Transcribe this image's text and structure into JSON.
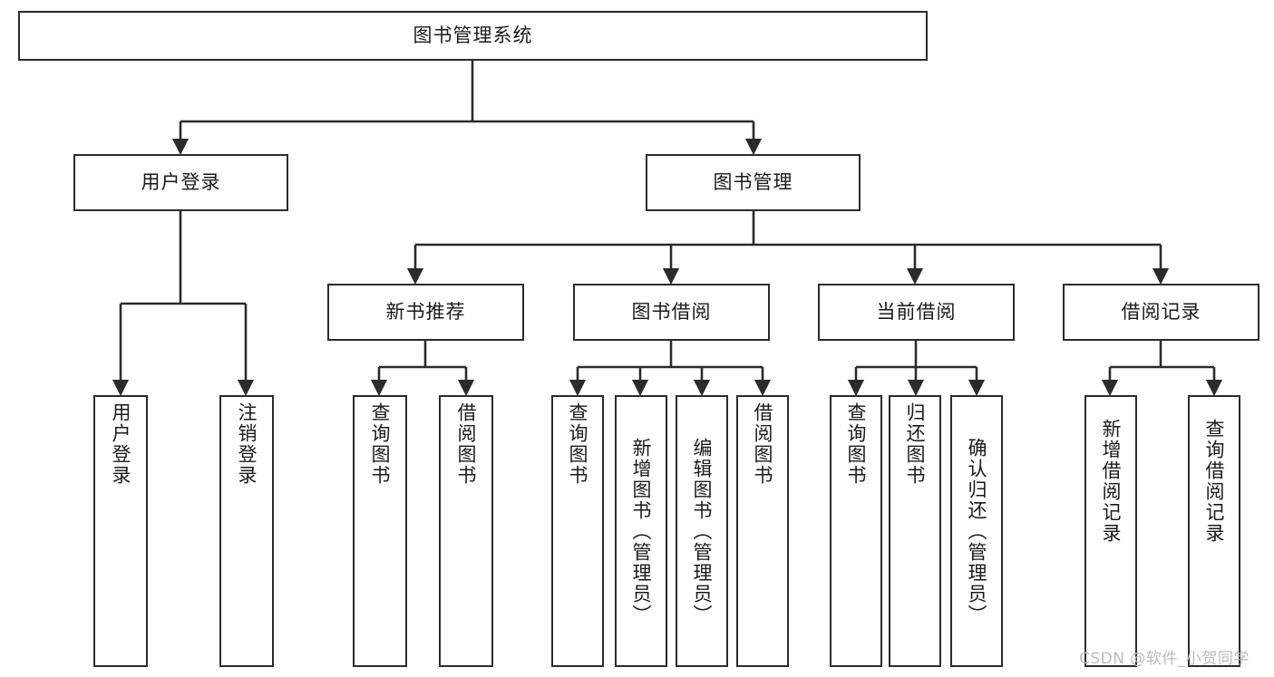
{
  "diagram": {
    "type": "tree-hierarchy",
    "title": "图书管理系统",
    "root": {
      "label": "图书管理系统"
    },
    "level2": [
      {
        "id": "user-login",
        "label": "用户登录"
      },
      {
        "id": "book-manage",
        "label": "图书管理"
      }
    ],
    "level3": [
      {
        "id": "new-book-rec",
        "label": "新书推荐"
      },
      {
        "id": "book-borrow",
        "label": "图书借阅"
      },
      {
        "id": "current-borrow",
        "label": "当前借阅"
      },
      {
        "id": "borrow-record",
        "label": "借阅记录"
      }
    ],
    "leaves": {
      "user_login": [
        {
          "id": "leaf-user-login",
          "label": "用户登录"
        },
        {
          "id": "leaf-logout",
          "label": "注销登录"
        }
      ],
      "new_book_rec": [
        {
          "id": "leaf-query-book-1",
          "label": "查询图书"
        },
        {
          "id": "leaf-borrow-book-1",
          "label": "借阅图书"
        }
      ],
      "book_borrow": [
        {
          "id": "leaf-query-book-2",
          "label": "查询图书"
        },
        {
          "id": "leaf-add-book",
          "label": "新增图书（管理员）"
        },
        {
          "id": "leaf-edit-book",
          "label": "编辑图书（管理员）"
        },
        {
          "id": "leaf-borrow-book-2",
          "label": "借阅图书"
        }
      ],
      "current_borrow": [
        {
          "id": "leaf-query-book-3",
          "label": "查询图书"
        },
        {
          "id": "leaf-return-book",
          "label": "归还图书"
        },
        {
          "id": "leaf-confirm-return",
          "label": "确认归还（管理员）"
        }
      ],
      "borrow_record": [
        {
          "id": "leaf-add-record",
          "label": "新增借阅记录"
        },
        {
          "id": "leaf-query-record",
          "label": "查询借阅记录"
        }
      ]
    }
  },
  "watermark": {
    "text": "CSDN @软件_小贺同学"
  },
  "colors": {
    "stroke": "#2b2b2b",
    "background": "#ffffff",
    "text": "#1a1a1a",
    "watermark": "#b9bcc2"
  }
}
